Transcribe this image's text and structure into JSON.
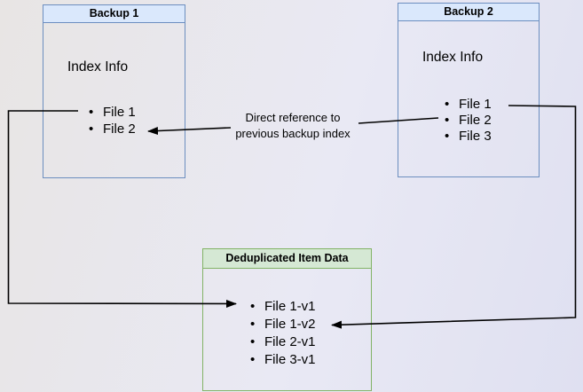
{
  "diagram": {
    "backup1": {
      "title": "Backup 1",
      "section_label": "Index Info",
      "items": [
        "File 1",
        "File 2"
      ]
    },
    "backup2": {
      "title": "Backup 2",
      "section_label": "Index Info",
      "items": [
        "File 1",
        "File 2",
        "File 3"
      ]
    },
    "dedup": {
      "title": "Deduplicated Item Data",
      "items": [
        "File 1-v1",
        "File 1-v2",
        "File 2-v1",
        "File 3-v1"
      ]
    },
    "edge_label": {
      "line1": "Direct reference to",
      "line2": "previous backup index"
    },
    "colors": {
      "backup_border": "#6c8ebf",
      "backup_header_fill": "#dae8fc",
      "dedup_border": "#82b366",
      "dedup_header_fill": "#d5e8d4",
      "arrow": "#000000",
      "background_start": "#e8e5e4",
      "background_end": "#dfe0f2"
    }
  }
}
